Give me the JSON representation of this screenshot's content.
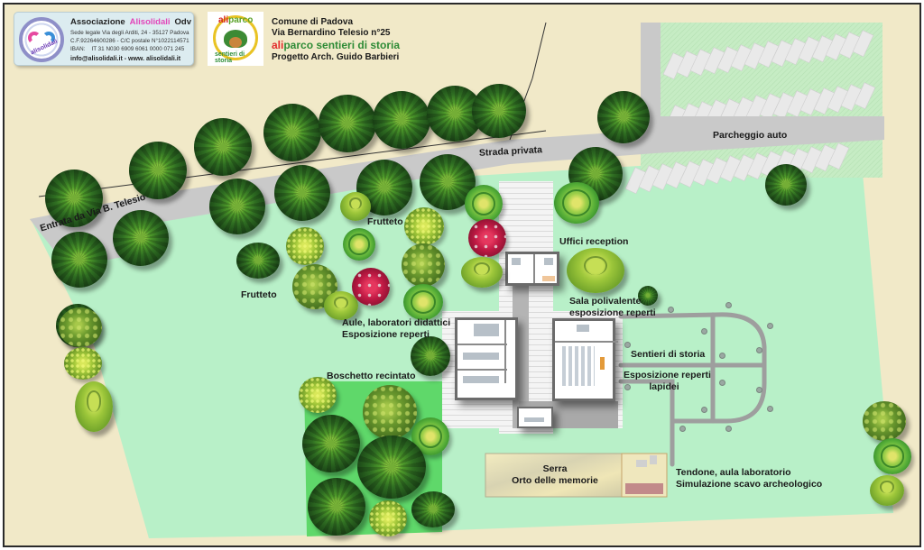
{
  "header": {
    "association": {
      "name_prefix": "Associazione",
      "name_brand": "Alisolidali",
      "name_suffix": "Odv",
      "address": "Sede legale Via degli Arditi, 24 - 35127 Padova",
      "tax_info": "C.F.92264600286 - C/C postale N°1022114571",
      "iban_label": "IBAN:",
      "iban": "IT  31 N030 6909 6061 0000 071 245",
      "contact": "info@alisolidali.it  -  www. alisolidali.it",
      "logo_text": "alisolidali"
    },
    "park_logo": {
      "top_text_ali": "ali",
      "top_text_parco": "parco",
      "bottom_text": "sentieri di storia"
    },
    "project": {
      "municipality": "Comune di Padova",
      "address": "Via Bernardino Telesio n°25",
      "name_ali": "ali",
      "name_rest": "parco sentieri di storia",
      "designer": "Progetto Arch. Guido Barbieri"
    }
  },
  "map_labels": {
    "entrance": "Entrata da Via B. Telesio",
    "private_road": "Strada privata",
    "parking": "Parcheggio auto",
    "orchard_left": "Frutteto",
    "orchard_center": "Frutteto",
    "reception": "Uffici reception",
    "multipurpose_line1": "Sala polivalente",
    "multipurpose_line2": "esposizione reperti",
    "classrooms_line1": "Aule, laboratori didattici",
    "classrooms_line2": "Esposizione reperti",
    "grove": "Boschetto recintato",
    "history_paths": "Sentieri di storia",
    "stone_exhibit_line1": "Esposizione reperti",
    "stone_exhibit_line2": "lapidei",
    "greenhouse_line1": "Serra",
    "greenhouse_line2": "Orto delle memorie",
    "tent_line1": "Tendone, aula laboratorio",
    "tent_line2": "Simulazione scavo archeologico"
  },
  "colors": {
    "background": "#f1e9c8",
    "lawn": "#b8f0c8",
    "road": "#c9c9c9",
    "parking_area": "#c4ecc2",
    "grove_area": "#5fd86a",
    "path": "#9e9e9e",
    "brand_pink": "#e245b9",
    "brand_red": "#e32b2b",
    "brand_green": "#2e8b36"
  }
}
